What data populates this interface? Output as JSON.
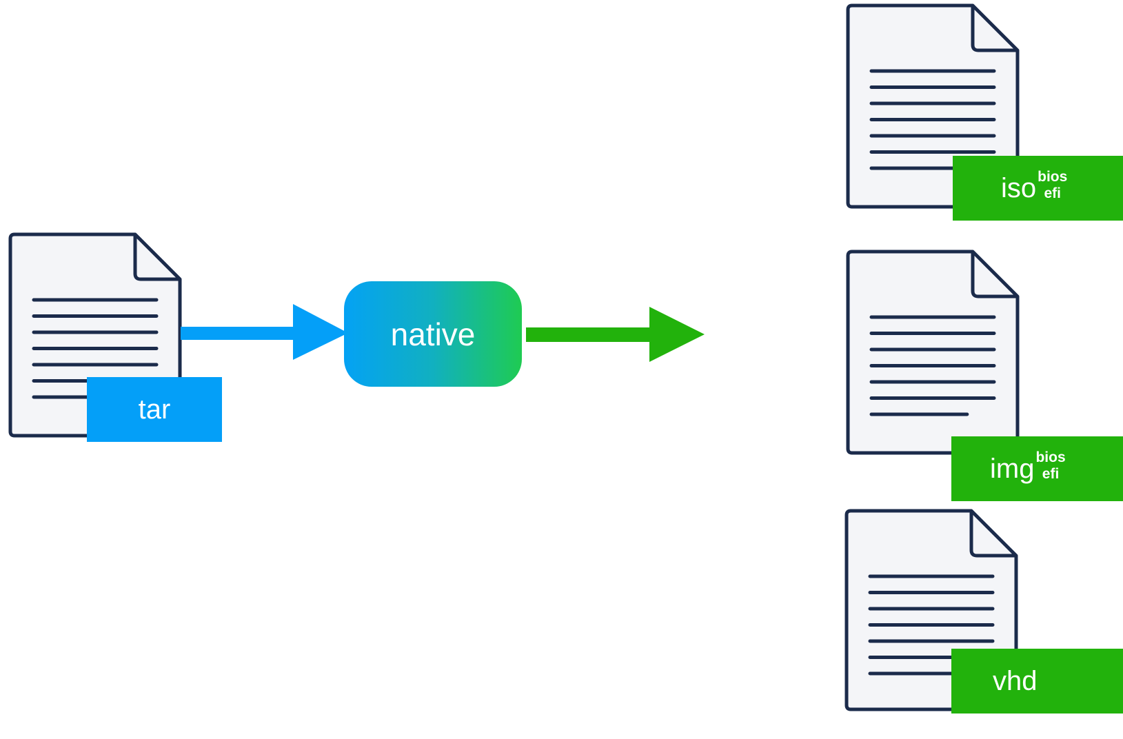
{
  "colors": {
    "document_outline": "#1b2b4b",
    "document_fill": "#f4f5f8",
    "input_blue": "#049ff8",
    "output_green": "#22b20c",
    "native_gradient_start": "#04a2f4",
    "native_gradient_end": "#1fcb52"
  },
  "input": {
    "icon": "document-icon",
    "label": "tar"
  },
  "process": {
    "label": "native"
  },
  "outputs": [
    {
      "icon": "document-icon",
      "label": "iso",
      "superscript": "bios",
      "subscript": "efi"
    },
    {
      "icon": "document-icon",
      "label": "img",
      "superscript": "bios",
      "subscript": "efi"
    },
    {
      "icon": "document-icon",
      "label": "vhd"
    }
  ]
}
